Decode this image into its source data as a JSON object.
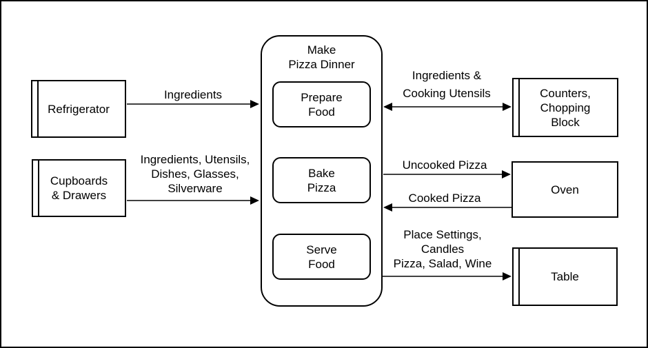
{
  "diagram": {
    "title": "Make\nPizza Dinner",
    "sources": {
      "refrigerator": "Refrigerator",
      "cupboards": "Cupboards\n& Drawers"
    },
    "processes": {
      "prepare": "Prepare\nFood",
      "bake": "Bake\nPizza",
      "serve": "Serve\nFood"
    },
    "destinations": {
      "counters": "Counters,\nChopping\nBlock",
      "oven": "Oven",
      "table": "Table"
    },
    "flows": {
      "ingredients": "Ingredients",
      "cupboard_items": "Ingredients, Utensils,\nDishes, Glasses,\nSilverware",
      "counter_items": "Ingredients &\nCooking Utensils",
      "uncooked_pizza": "Uncooked Pizza",
      "cooked_pizza": "Cooked Pizza",
      "table_items": "Place Settings,\nCandles\nPizza, Salad, Wine"
    },
    "colors": {
      "ink": "#000000",
      "background": "#ffffff"
    }
  }
}
